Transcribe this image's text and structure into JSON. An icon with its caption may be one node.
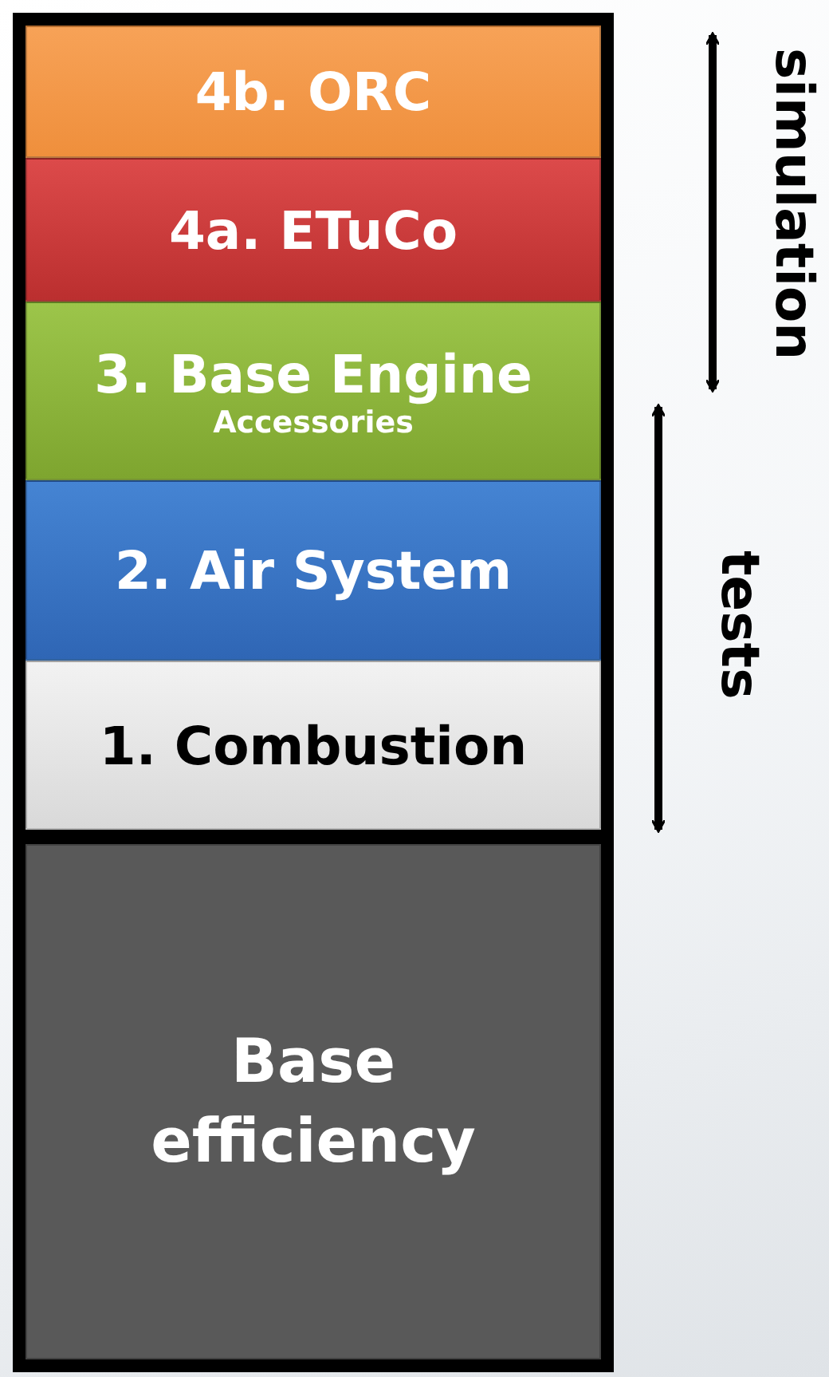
{
  "diagram": {
    "nodes": [
      {
        "text": [
          "4b. ORC"
        ]
      },
      {
        "text": [
          "4a. ETuCo"
        ]
      },
      {
        "text": [
          "3. Base Engine",
          "Accessories"
        ]
      },
      {
        "text": [
          "2. Air System"
        ]
      },
      {
        "text": [
          "1. Combustion"
        ]
      },
      {
        "text": [
          "Base efficiency"
        ]
      }
    ],
    "labels": [
      "simulation",
      "tests"
    ]
  }
}
